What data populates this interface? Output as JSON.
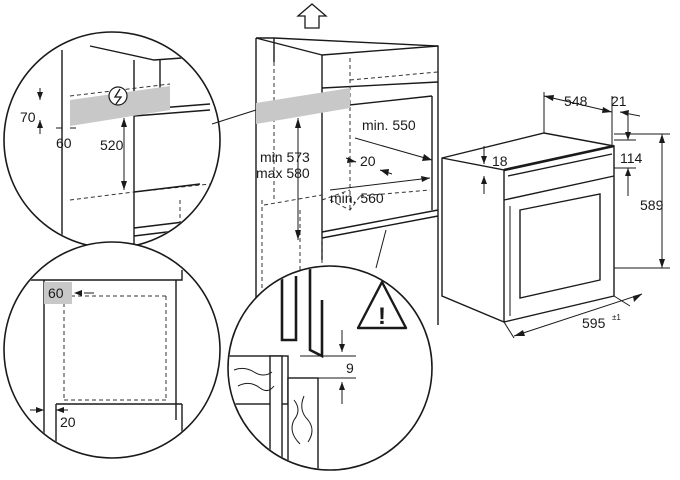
{
  "labels": {
    "d548": "548",
    "d21": "21",
    "d114": "114",
    "d18": "18",
    "d589": "589",
    "d595": "595",
    "d595_tol": "±1",
    "min550": "min. 550",
    "min573": "min 573",
    "max580": "max 580",
    "d20_top": "20",
    "min560": "min. 560",
    "d70": "70",
    "d60_top": "60",
    "d520": "520",
    "d60_left": "60",
    "d20_bottom": "20",
    "d9": "9",
    "warning_symbol": "!"
  },
  "colors": {
    "line": "#1a1a1a",
    "vent_zone": "#c8c8c8"
  },
  "icons": {
    "vent_arrow": "up-arrow-icon",
    "plug": "power-plug-icon",
    "warning": "warning-triangle-icon"
  }
}
